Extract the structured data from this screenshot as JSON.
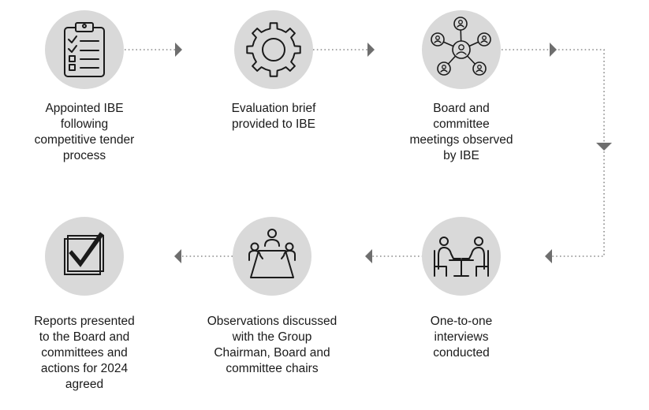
{
  "steps": [
    {
      "id": "appointed",
      "label": "Appointed IBE\nfollowing\ncompetitive tender\nprocess",
      "icon": "clipboard-checklist-icon"
    },
    {
      "id": "brief",
      "label": "Evaluation brief\nprovided to IBE",
      "icon": "gear-icon"
    },
    {
      "id": "observed",
      "label": "Board and\ncommittee\nmeetings observed\nby IBE",
      "icon": "network-people-icon"
    },
    {
      "id": "interviews",
      "label": "One-to-one\ninterviews\nconducted",
      "icon": "interview-table-icon"
    },
    {
      "id": "discussed",
      "label": "Observations discussed\nwith the Group\nChairman, Board and\ncommittee chairs",
      "icon": "meeting-table-icon"
    },
    {
      "id": "reports",
      "label": "Reports presented\nto the Board and\ncommittees and\nactions for 2024\nagreed",
      "icon": "checkbox-tick-icon"
    }
  ],
  "colors": {
    "circle_fill": "#d9d9d9",
    "icon_stroke": "#1a1a1a",
    "connector": "#8c8c8c",
    "arrow": "#6e6e6e"
  }
}
